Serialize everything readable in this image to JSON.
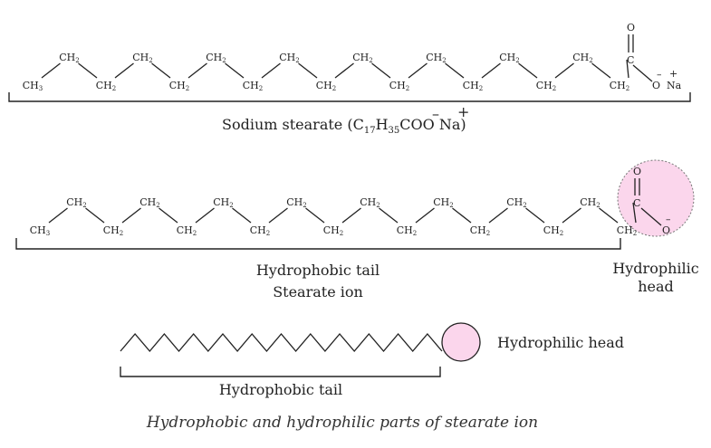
{
  "sodium_stearate": {
    "chain": {
      "first": "CH",
      "first_sub": "3",
      "unit": "CH",
      "unit_sub": "2"
    },
    "carbonyl_o": "O",
    "carbon": "C",
    "ion_o": "O",
    "ion_minus": "–",
    "na": "Na",
    "na_plus": "+",
    "label": {
      "prefix": "Sodium stearate  (C",
      "sub1": "17",
      "mid1": "H",
      "sub2": "35",
      "mid2": "COO",
      "space": "  ",
      "na": "Na",
      "close": ")",
      "minus": "–",
      "plus": "+"
    }
  },
  "stearate_ion": {
    "chain": {
      "first": "CH",
      "first_sub": "3",
      "unit": "CH",
      "unit_sub": "2"
    },
    "carbonyl_o": "O",
    "carbon": "C",
    "ion_o": "O",
    "ion_minus": "–",
    "head_color": "#fbd6ec",
    "tail_label": "Hydrophobic tail",
    "ion_label": "Stearate ion",
    "head_label_line1": "Hydrophilic",
    "head_label_line2": "head"
  },
  "schematic": {
    "head_color": "#fbd6ec",
    "head_label": "Hydrophilic head",
    "tail_label": "Hydrophobic tail"
  },
  "caption": "Hydrophobic and hydrophilic parts of stearate ion"
}
